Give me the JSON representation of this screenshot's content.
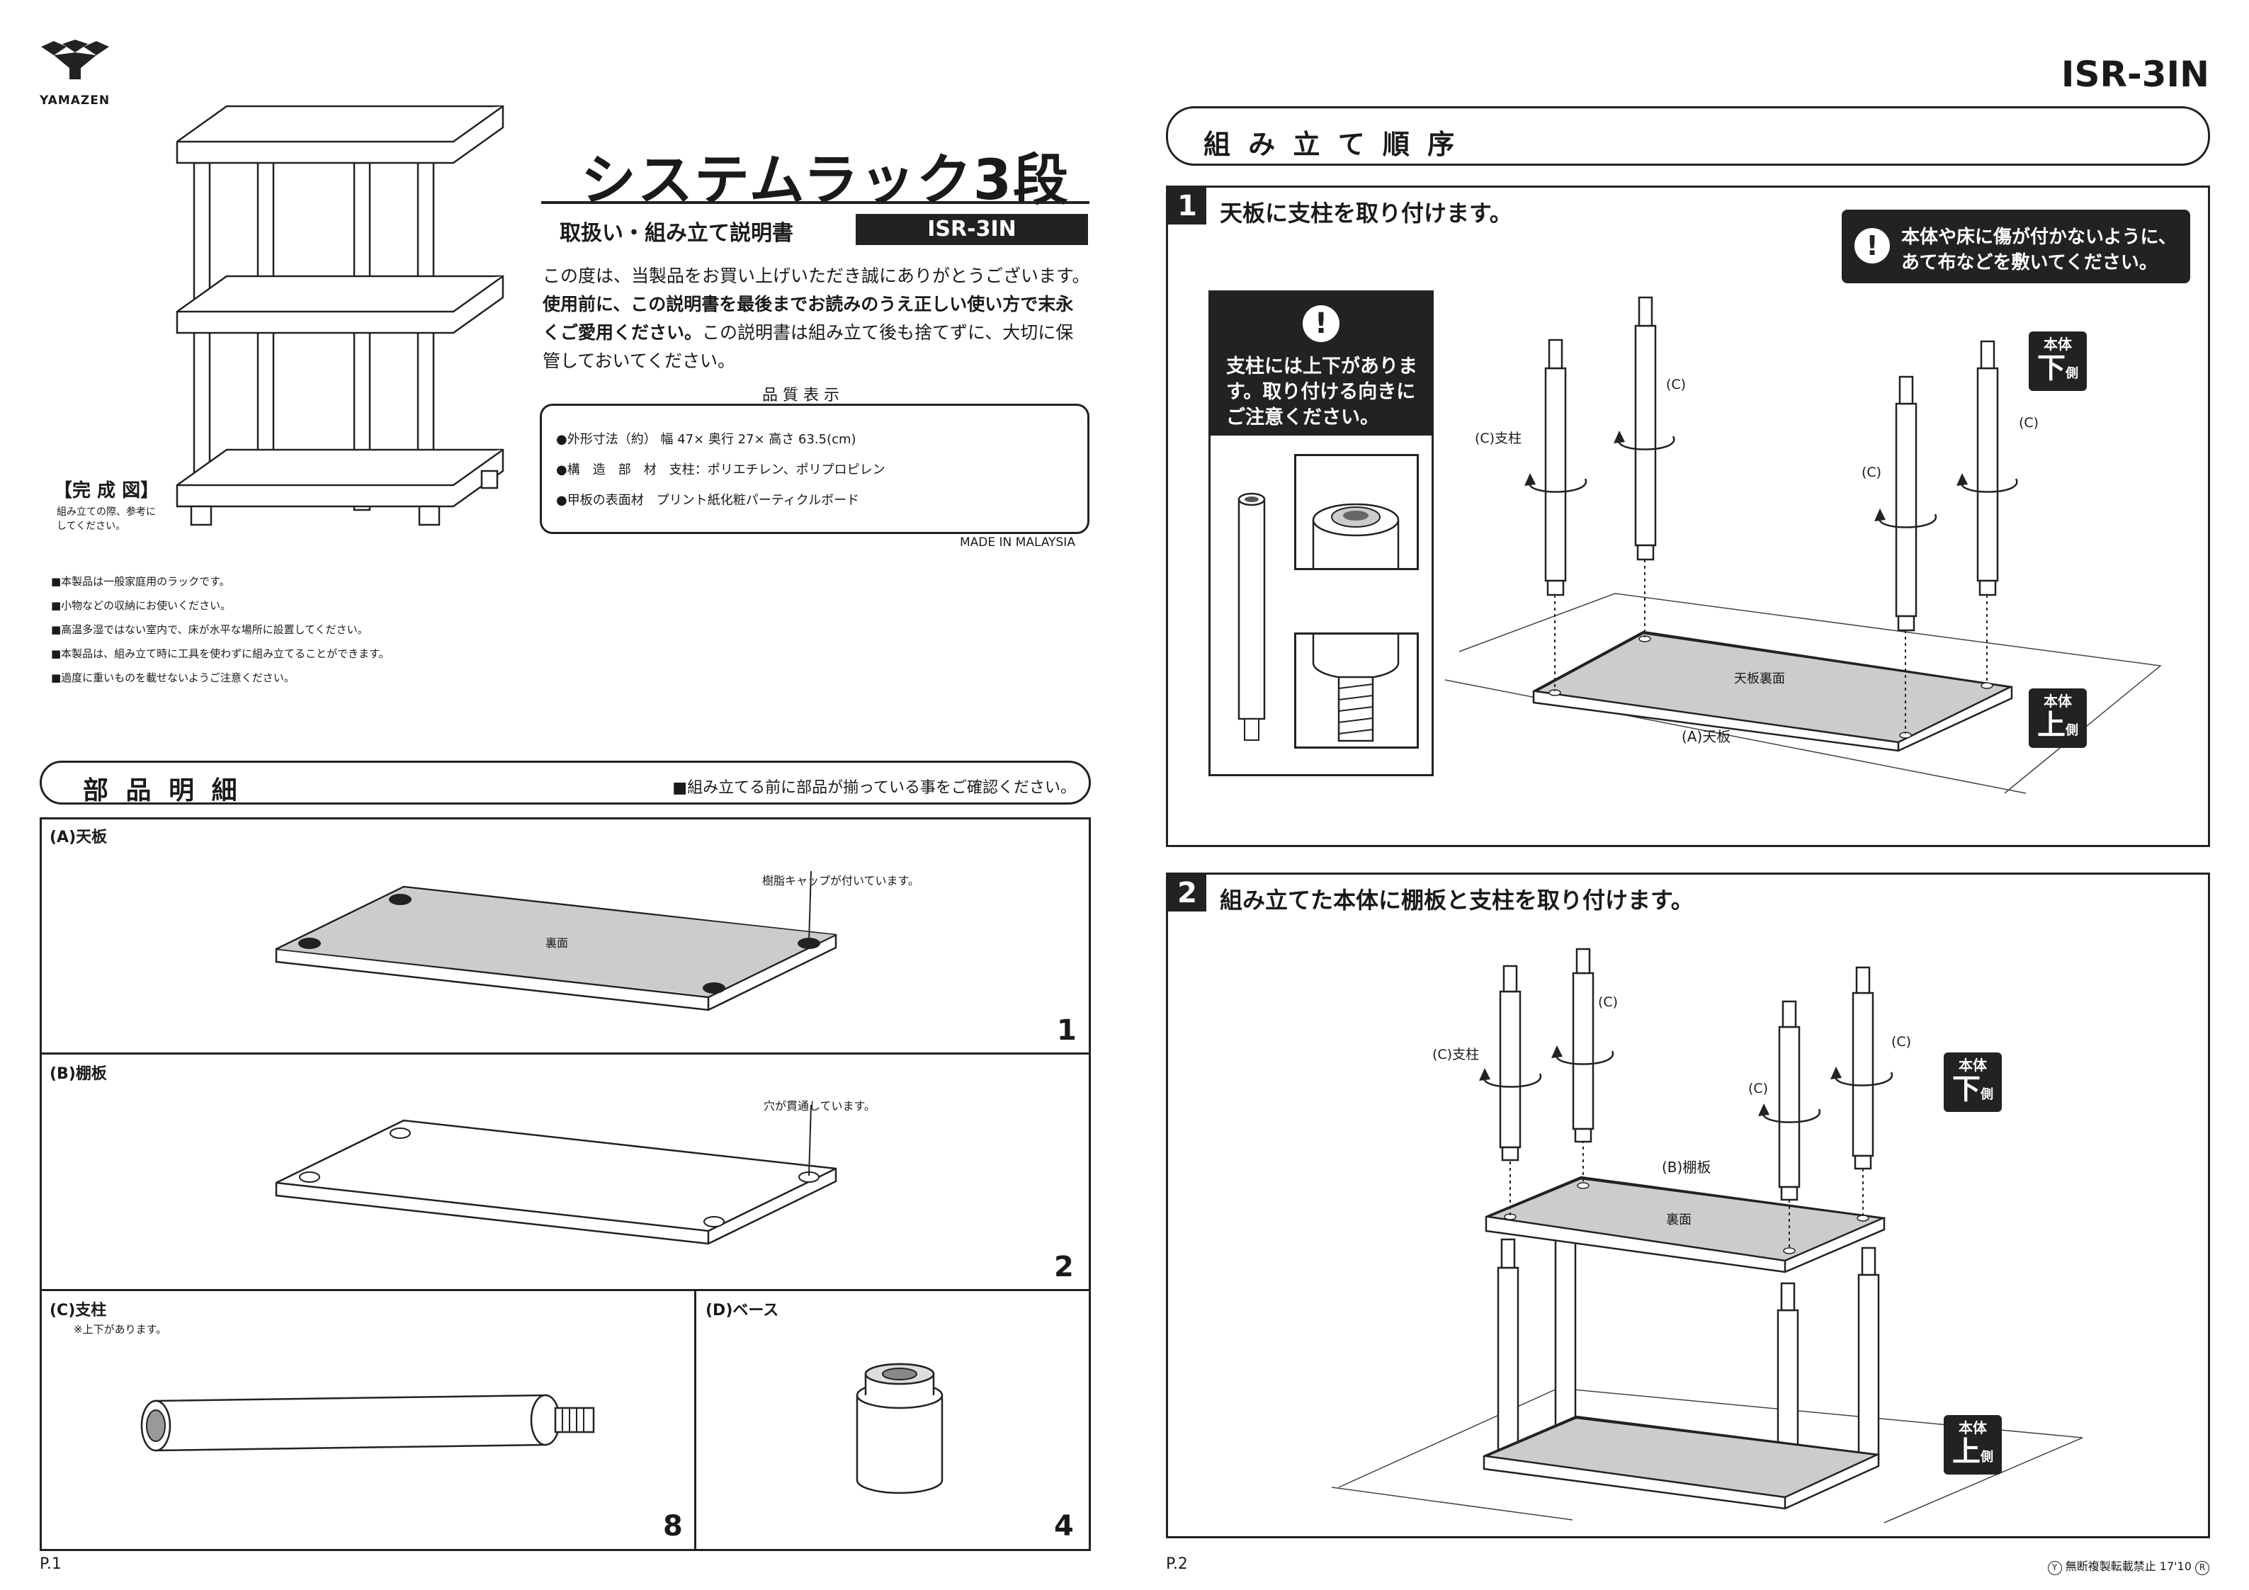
{
  "brand": {
    "name": "YAMAZEN",
    "model_corner": "ISR-3IN"
  },
  "left": {
    "title": "システムラック3段",
    "subtitle": "取扱い・組み立て説明書",
    "model": "ISR-3IN",
    "intro_1": "この度は、当製品をお買い上げいただき誠にありがとうございます。",
    "intro_2": "使用前に、この説明書を最後までお読みのうえ正しい使い方で末永",
    "intro_3": "く",
    "intro_3b": "ご愛用ください。",
    "intro_3c": "この説明書は組み立て後も捨てずに、大切に保",
    "intro_4": "管しておいてください。",
    "quality_heading": "品 質 表 示",
    "quality": [
      "●外形寸法（約） 幅 47× 奥行 27× 高さ 63.5(cm)",
      "●構　造　部　材　支柱：ポリエチレン、ポリプロピレン",
      "●甲板の表面材　プリント紙化粧パーティクルボード"
    ],
    "made_in": "MADE IN MALAYSIA",
    "complete_title": "【完 成 図】",
    "complete_note_1": "組み立ての際、参考に",
    "complete_note_2": "してください。",
    "notes": [
      "■本製品は一般家庭用のラックです。",
      "■小物などの収納にお使いください。",
      "■高温多湿ではない室内で、床が水平な場所に設置してください。",
      "■本製品は、組み立て時に工具を使わずに組み立てることができます。",
      "■過度に重いものを載せないようご注意ください。"
    ],
    "parts_heading": "部 品 明 細",
    "parts_check": "■組み立てる前に部品が揃っている事をご確認ください。",
    "part_a": {
      "label": "(A)天板",
      "callout": "樹脂キャップが付いています。",
      "center": "裏面",
      "qty": "1"
    },
    "part_b": {
      "label": "(B)棚板",
      "callout": "穴が貫通しています。",
      "qty": "2"
    },
    "part_c": {
      "label": "(C)支柱",
      "note": "※上下があります。",
      "qty": "8"
    },
    "part_d": {
      "label": "(D)ベース",
      "qty": "4"
    },
    "page": "P.1"
  },
  "right": {
    "order_heading": "組 み 立 て 順 序",
    "step1": {
      "num": "1",
      "title": "天板に支柱を取り付けます。",
      "warning_1": "本体や床に傷が付かないように、",
      "warning_2": "あて布などを敷いてください。",
      "caution_1": "支柱には上下がありま",
      "caution_2": "す。取り付ける向きに",
      "caution_3": "ご注意ください。",
      "c_pillar": "(C)支柱",
      "c": "(C)",
      "board_center": "天板裏面",
      "board_label": "(A)天板"
    },
    "step2": {
      "num": "2",
      "title": "組み立てた本体に棚板と支柱を取り付けます。",
      "c_pillar": "(C)支柱",
      "c": "(C)",
      "board_label": "(B)棚板",
      "board_center": "裏面"
    },
    "badge": {
      "top": "本体",
      "up": "上",
      "down": "下",
      "side": "側"
    },
    "page": "P.2",
    "footer": "無断複製転載禁止  17'10"
  }
}
